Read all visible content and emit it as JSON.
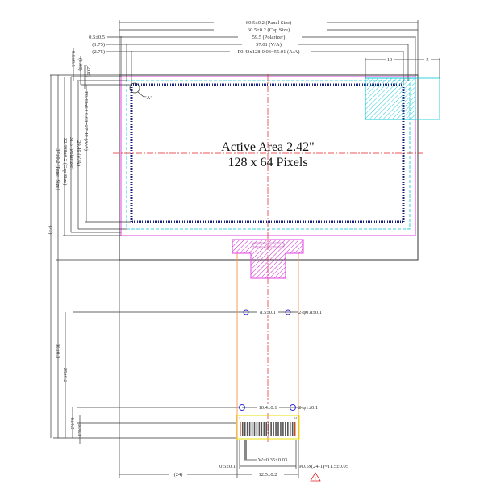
{
  "title_lines": [
    "Active Area 2.42\"",
    "128 x 64 Pixels"
  ],
  "top_dims": {
    "panel": "60.5±0.2 (Panel Size)",
    "cap": "60.5±0.2 (Cap Size)",
    "pol_offset": "0.5±0.5",
    "polarizer": "59.5 (Polarizer)",
    "va_offset": "(1.75)",
    "va": "57.01 (V/A)",
    "aa_offset": "(2.75)",
    "aa": "P0.43x128-0.03=55.01 (A/A)",
    "ten": "10",
    "five": "5"
  },
  "left_dims": {
    "pol_offset": "0.5±0.5",
    "va_offset": "(1.08)",
    "aa_offset": "(2.08)",
    "aa": "P0.43x64-0.03=27.49 (A/A)",
    "va": "29.49 (V/A)",
    "polarizer": "31.5 (Polarizer)",
    "cap": "32.408±0.2 (Cap Size)",
    "panel": "37±0.2 (Panel Size)",
    "total": "(73)",
    "d36": "36±0.3",
    "d25": "25±0.2",
    "d6": "6±0.2",
    "d3": "3±0.3"
  },
  "fpc": {
    "hole1_pitch": "8.5±0.1",
    "hole1_dia": "2-φ0.8±0.1",
    "hole2_pitch": "10.4±0.1",
    "hole2_dia": "2-φ1±0.1",
    "pin_first": "1",
    "pin_last": "24",
    "width": "W=0.35±0.03",
    "edge": "0.5±0.1",
    "pitch": "P0.5x(24-1)=11.5±0.05",
    "fpc_width": "12.5±0.2",
    "offset": "(24)",
    "warning_mark": "!"
  },
  "detail_label": "\"A\"",
  "colors": {
    "outline": "#333333",
    "polarizer": "#e040e0",
    "viewing": "#00c8d8",
    "active": "#1a237e",
    "center": "#e02020",
    "fpc": "#f0a060",
    "hole": "#3030e0",
    "connector": "#e8e000"
  }
}
